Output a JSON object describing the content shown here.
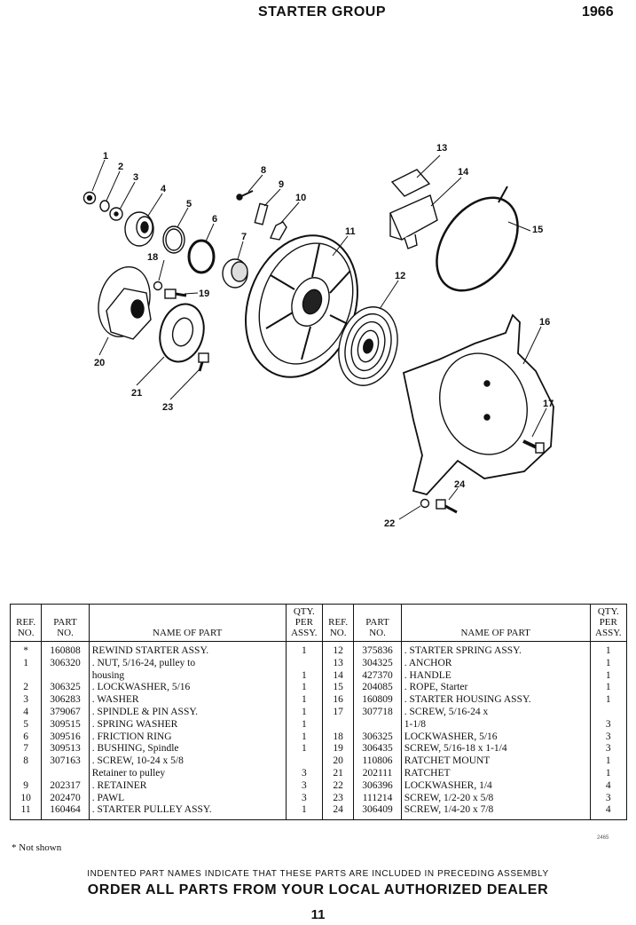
{
  "header": {
    "title": "STARTER GROUP",
    "year": "1966"
  },
  "callouts": [
    "1",
    "2",
    "3",
    "4",
    "5",
    "6",
    "7",
    "8",
    "9",
    "10",
    "11",
    "12",
    "13",
    "14",
    "15",
    "16",
    "17",
    "18",
    "19",
    "20",
    "21",
    "22",
    "23",
    "24"
  ],
  "table": {
    "headers": {
      "ref": [
        "REF.",
        "NO."
      ],
      "part": [
        "PART",
        "NO."
      ],
      "name": "NAME OF PART",
      "qty": [
        "QTY.",
        "PER",
        "ASSY."
      ]
    },
    "left_rows": [
      {
        "ref": "*",
        "part": "160808",
        "name": "REWIND STARTER ASSY.",
        "qty": "1"
      },
      {
        "ref": "1",
        "part": "306320",
        "name": ". NUT, 5/16-24, pulley to",
        "qty": ""
      },
      {
        "ref": "",
        "part": "",
        "name": "housing",
        "qty": "1"
      },
      {
        "ref": "2",
        "part": "306325",
        "name": ". LOCKWASHER, 5/16",
        "qty": "1"
      },
      {
        "ref": "3",
        "part": "306283",
        "name": ". WASHER",
        "qty": "1"
      },
      {
        "ref": "4",
        "part": "379067",
        "name": ". SPINDLE & PIN ASSY.",
        "qty": "1"
      },
      {
        "ref": "5",
        "part": "309515",
        "name": ". SPRING WASHER",
        "qty": "1"
      },
      {
        "ref": "6",
        "part": "309516",
        "name": ". FRICTION RING",
        "qty": "1"
      },
      {
        "ref": "7",
        "part": "309513",
        "name": ". BUSHING, Spindle",
        "qty": "1"
      },
      {
        "ref": "8",
        "part": "307163",
        "name": ". SCREW, 10-24 x 5/8",
        "qty": ""
      },
      {
        "ref": "",
        "part": "",
        "name": "Retainer to pulley",
        "qty": "3"
      },
      {
        "ref": "9",
        "part": "202317",
        "name": ". RETAINER",
        "qty": "3"
      },
      {
        "ref": "10",
        "part": "202470",
        "name": ". PAWL",
        "qty": "3"
      },
      {
        "ref": "11",
        "part": "160464",
        "name": ". STARTER PULLEY ASSY.",
        "qty": "1"
      }
    ],
    "right_rows": [
      {
        "ref": "12",
        "part": "375836",
        "name": ". STARTER SPRING ASSY.",
        "qty": "1"
      },
      {
        "ref": "13",
        "part": "304325",
        "name": ". ANCHOR",
        "qty": "1"
      },
      {
        "ref": "14",
        "part": "427370",
        "name": ". HANDLE",
        "qty": "1"
      },
      {
        "ref": "15",
        "part": "204085",
        "name": ". ROPE, Starter",
        "qty": "1"
      },
      {
        "ref": "16",
        "part": "160809",
        "name": ". STARTER HOUSING ASSY.",
        "qty": "1"
      },
      {
        "ref": "17",
        "part": "307718",
        "name": ". SCREW, 5/16-24 x",
        "qty": ""
      },
      {
        "ref": "",
        "part": "",
        "name": "1-1/8",
        "qty": "3"
      },
      {
        "ref": "18",
        "part": "306325",
        "name": "LOCKWASHER, 5/16",
        "qty": "3"
      },
      {
        "ref": "19",
        "part": "306435",
        "name": "SCREW, 5/16-18 x 1-1/4",
        "qty": "3"
      },
      {
        "ref": "20",
        "part": "110806",
        "name": "RATCHET MOUNT",
        "qty": "1"
      },
      {
        "ref": "21",
        "part": "202111",
        "name": "RATCHET",
        "qty": "1"
      },
      {
        "ref": "22",
        "part": "306396",
        "name": "LOCKWASHER, 1/4",
        "qty": "4"
      },
      {
        "ref": "23",
        "part": "111214",
        "name": "SCREW, 1/2-20 x 5/8",
        "qty": "3"
      },
      {
        "ref": "24",
        "part": "306409",
        "name": "SCREW, 1/4-20 x 7/8",
        "qty": "4"
      }
    ]
  },
  "footer": {
    "note": "* Not shown",
    "indent_note": "INDENTED PART NAMES INDICATE THAT THESE PARTS ARE INCLUDED IN PRECEDING ASSEMBLY",
    "order": "ORDER ALL PARTS FROM YOUR LOCAL AUTHORIZED DEALER",
    "page_number": "11",
    "tiny_code": "2465"
  }
}
